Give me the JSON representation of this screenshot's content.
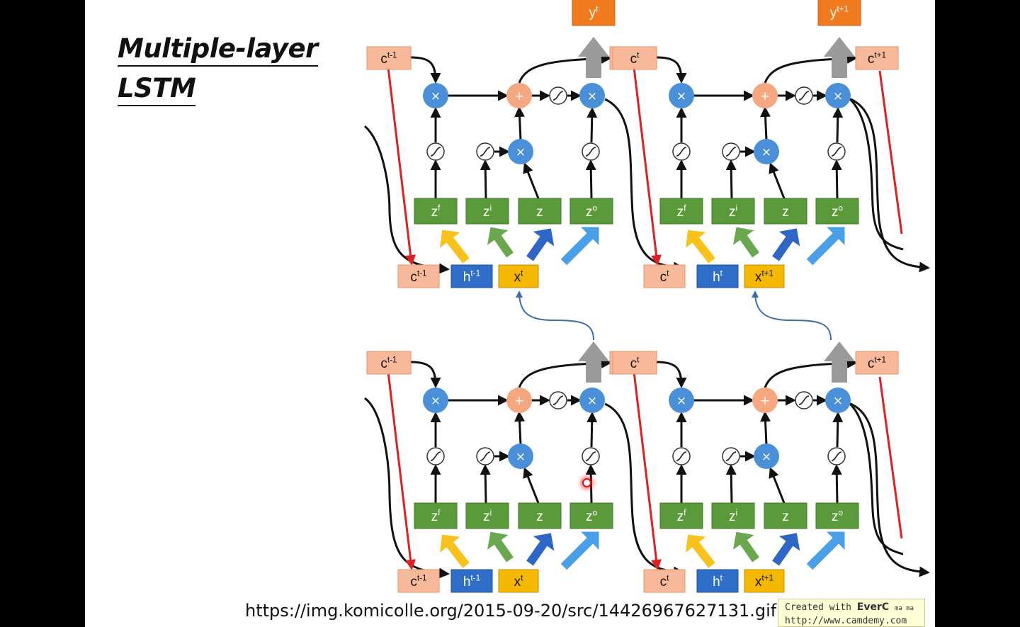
{
  "title": [
    "Multiple-layer",
    "LSTM"
  ],
  "source_url": "https://img.komicolle.org/2015-09-20/src/14426967627131.gif",
  "watermark": {
    "line1_prefix": "Created with ",
    "line1_brand": "EverC",
    "line1_suffix": "ma ma",
    "line2": "http://www.camdemy.com"
  },
  "gate_labels": {
    "forget": "z",
    "forget_sup": "f",
    "input": "z",
    "input_sup": "i",
    "cell": "z",
    "output": "z",
    "output_sup": "o"
  },
  "ops": {
    "multiply": "×",
    "add": "+"
  },
  "layers": [
    {
      "name": "upper",
      "cells": [
        {
          "c_prev": {
            "base": "c",
            "sup": "t-1"
          },
          "c_next": {
            "base": "c",
            "sup": "t"
          },
          "y": {
            "base": "y",
            "sup": "t"
          },
          "inputs": [
            {
              "base": "c",
              "sup": "t-1"
            },
            {
              "base": "h",
              "sup": "t-1"
            },
            {
              "base": "x",
              "sup": "t"
            }
          ]
        },
        {
          "c_prev": {
            "base": "c",
            "sup": "t"
          },
          "c_next": {
            "base": "c",
            "sup": "t+1"
          },
          "y": {
            "base": "y",
            "sup": "t+1"
          },
          "inputs": [
            {
              "base": "c",
              "sup": "t"
            },
            {
              "base": "h",
              "sup": "t"
            },
            {
              "base": "x",
              "sup": "t+1"
            }
          ]
        }
      ]
    },
    {
      "name": "lower",
      "cells": [
        {
          "c_prev": {
            "base": "c",
            "sup": "t-1"
          },
          "c_next": {
            "base": "c",
            "sup": "t"
          },
          "inputs": [
            {
              "base": "c",
              "sup": "t-1"
            },
            {
              "base": "h",
              "sup": "t-1"
            },
            {
              "base": "x",
              "sup": "t"
            }
          ]
        },
        {
          "c_prev": {
            "base": "c",
            "sup": "t"
          },
          "c_next": {
            "base": "c",
            "sup": "t+1"
          },
          "inputs": [
            {
              "base": "c",
              "sup": "t"
            },
            {
              "base": "h",
              "sup": "t"
            },
            {
              "base": "x",
              "sup": "t+1"
            }
          ]
        }
      ]
    }
  ],
  "colors": {
    "cell_box": "#f8b89a",
    "cell_box_border": "#e8956c",
    "y_box": "#f07a1e",
    "h_box": "#2e6ec8",
    "x_box": "#f5b800",
    "gate_box": "#5a9a3a",
    "mult_node": "#4a90d9",
    "add_node": "#f5a780",
    "arrow_yellow": "#f8c21a",
    "arrow_green": "#6aa84f",
    "arrow_blue_dark": "#2e66c8",
    "arrow_blue_light": "#4aa0e8",
    "red_line": "#e02020",
    "layer_link": "#3a6ea5",
    "output_arrow": "#9a9a9a"
  }
}
